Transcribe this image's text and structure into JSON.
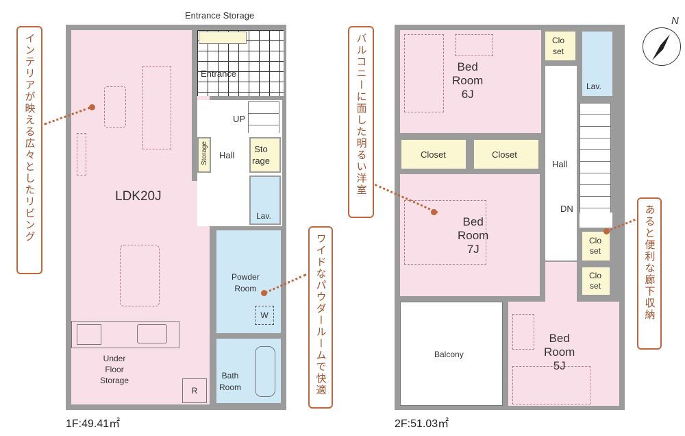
{
  "floor1": {
    "area_label": "1F:49.41㎡",
    "rooms": {
      "entrance_storage": "Entrance Storage",
      "entrance": "Entrance",
      "up": "UP",
      "storage_small": "Storage",
      "hall": "Hall",
      "storage": "Sto\nrage",
      "lav": "Lav.",
      "ldk": "LDK20J",
      "powder_room": "Powder\nRoom",
      "washer": "W",
      "bath_room": "Bath\nRoom",
      "under_floor_storage": "Under\nFloor\nStorage",
      "fridge": "R"
    }
  },
  "floor2": {
    "area_label": "2F:51.03㎡",
    "rooms": {
      "bedroom_6j": "Bed\nRoom\n6J",
      "closet_top": "Clo\nset",
      "lav": "Lav.",
      "closet_a": "Closet",
      "closet_b": "Closet",
      "hall": "Hall",
      "dn": "DN",
      "bedroom_7j": "Bed\nRoom\n7J",
      "closet_mid": "Clo\nset",
      "closet_low": "Clo\nset",
      "balcony": "Balcony",
      "bedroom_5j": "Bed\nRoom\n5J"
    }
  },
  "annotations": {
    "living": "インテリアが映える広々としたリビング",
    "bedroom": "バルコニーに面した明るい洋室",
    "powder": "ワイドなパウダールームで快適",
    "storage": "あると便利な廊下収納"
  },
  "compass": {
    "north_label": "N"
  },
  "colors": {
    "wall": "#9b9b9b",
    "living": "#f9dfe8",
    "water": "#cfe8f5",
    "storage": "#fbf7d2",
    "accent": "#c0663a"
  }
}
